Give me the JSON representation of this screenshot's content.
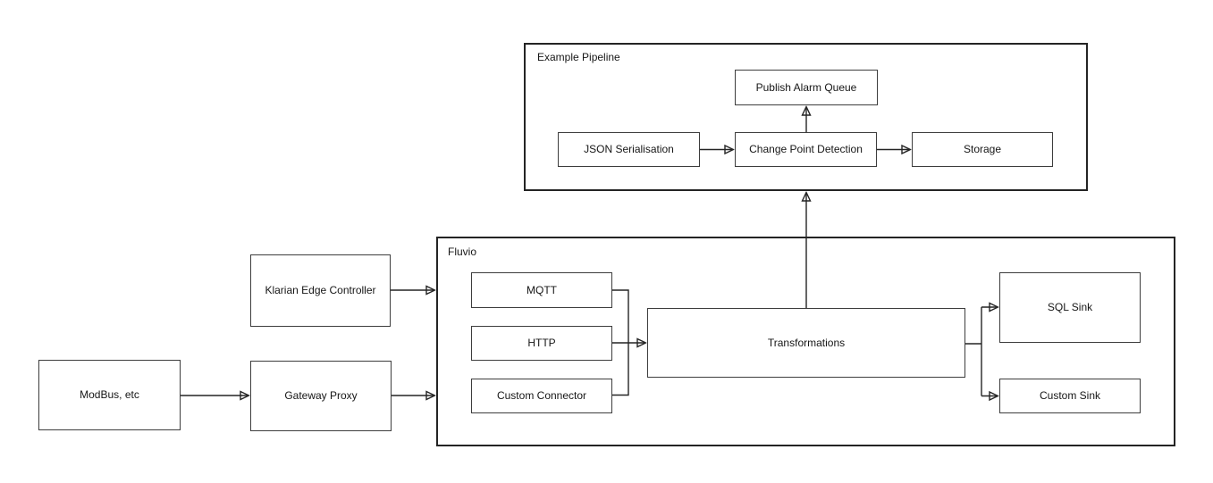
{
  "diagram": {
    "containers": {
      "example_pipeline": {
        "label": "Example Pipeline"
      },
      "fluvio": {
        "label": "Fluvio"
      }
    },
    "nodes": {
      "publish_alarm_queue": {
        "label": "Publish Alarm Queue"
      },
      "json_serialisation": {
        "label": "JSON Serialisation"
      },
      "change_point_detection": {
        "label": "Change Point Detection"
      },
      "storage": {
        "label": "Storage"
      },
      "klarian_edge_controller": {
        "label": "Klarian Edge Controller"
      },
      "modbus_etc": {
        "label": "ModBus, etc"
      },
      "gateway_proxy": {
        "label": "Gateway Proxy"
      },
      "mqtt": {
        "label": "MQTT"
      },
      "http": {
        "label": "HTTP"
      },
      "custom_connector": {
        "label": "Custom Connector"
      },
      "transformations": {
        "label": "Transformations"
      },
      "sql_sink": {
        "label": "SQL Sink"
      },
      "custom_sink": {
        "label": "Custom Sink"
      }
    },
    "edges": [
      {
        "from": "json_serialisation",
        "to": "change_point_detection"
      },
      {
        "from": "change_point_detection",
        "to": "storage"
      },
      {
        "from": "change_point_detection",
        "to": "publish_alarm_queue"
      },
      {
        "from": "transformations",
        "to": "example_pipeline"
      },
      {
        "from": "modbus_etc",
        "to": "gateway_proxy"
      },
      {
        "from": "gateway_proxy",
        "to": "fluvio"
      },
      {
        "from": "klarian_edge_controller",
        "to": "fluvio"
      },
      {
        "from": "mqtt",
        "to": "transformations"
      },
      {
        "from": "http",
        "to": "transformations"
      },
      {
        "from": "custom_connector",
        "to": "transformations"
      },
      {
        "from": "transformations",
        "to": "sql_sink"
      },
      {
        "from": "transformations",
        "to": "custom_sink"
      }
    ],
    "colors": {
      "stroke": "#242424",
      "node_fill": "#ffffff",
      "background": "#ffffff"
    }
  }
}
